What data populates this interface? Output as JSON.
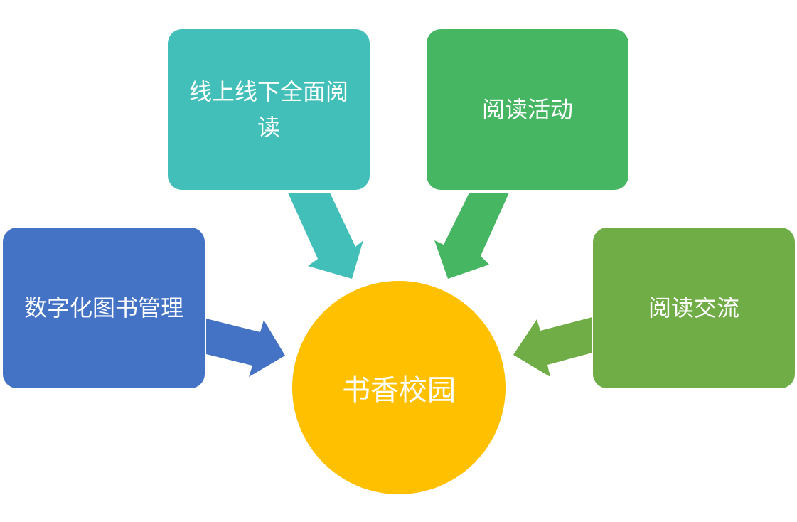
{
  "diagram": {
    "center": {
      "label": "书香校园",
      "color": "#FFC000"
    },
    "nodes": [
      {
        "id": "left",
        "label": "数字化图书管理",
        "color": "#4472C4"
      },
      {
        "id": "top-left",
        "label": "线上线下全面阅读",
        "color": "#43BFB9"
      },
      {
        "id": "top-right",
        "label": "阅读活动",
        "color": "#46B663"
      },
      {
        "id": "right",
        "label": "阅读交流",
        "color": "#70AD47"
      }
    ]
  }
}
